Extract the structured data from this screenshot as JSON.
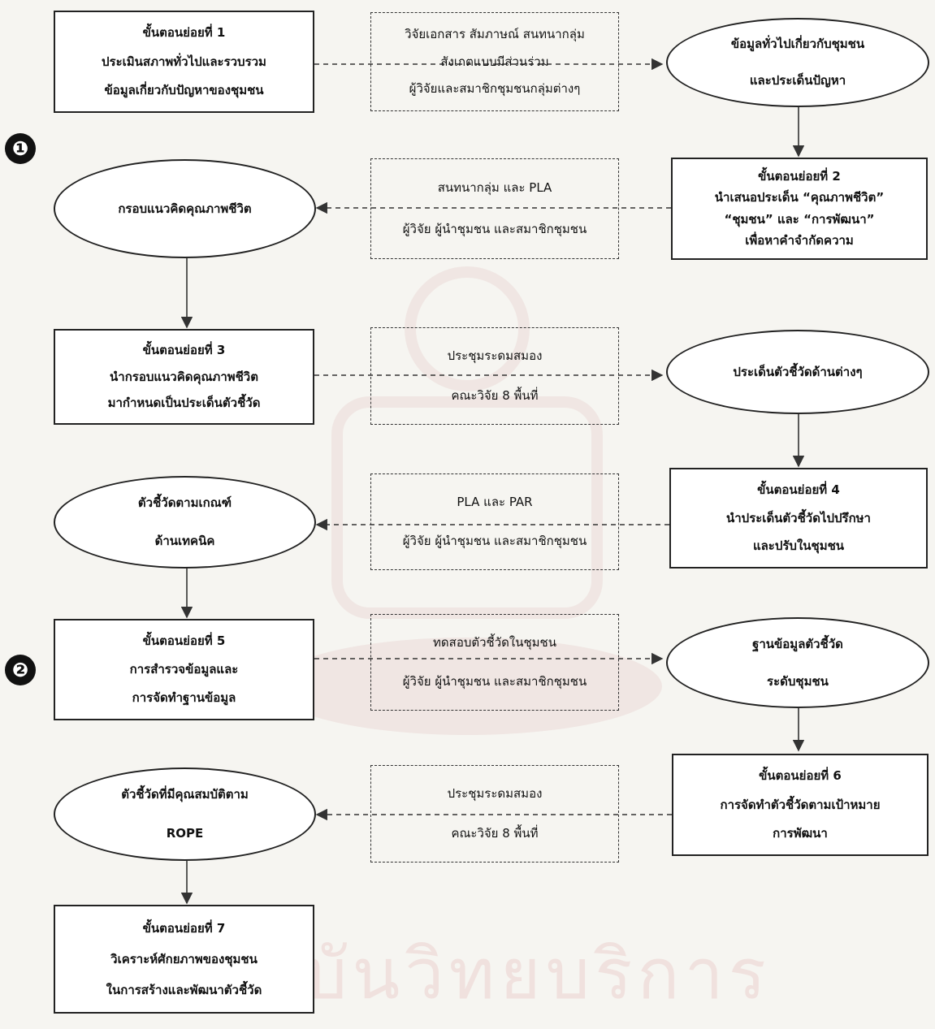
{
  "steps": {
    "s1": [
      "ขั้นตอนย่อยที่ 1",
      "ประเมินสภาพทั่วไปและรวบรวม",
      "ข้อมูลเกี่ยวกับปัญหาของชุมชน"
    ],
    "s2": [
      "ขั้นตอนย่อยที่ 2",
      "นำเสนอประเด็น “คุณภาพชีวิต”",
      "“ชุมชน” และ “การพัฒนา”",
      "เพื่อหาคำจำกัดความ"
    ],
    "s3": [
      "ขั้นตอนย่อยที่ 3",
      "นำกรอบแนวคิดคุณภาพชีวิต",
      "มากำหนดเป็นประเด็นตัวชี้วัด"
    ],
    "s4": [
      "ขั้นตอนย่อยที่ 4",
      "นำประเด็นตัวชี้วัดไปปรึกษา",
      "และปรับในชุมชน"
    ],
    "s5": [
      "ขั้นตอนย่อยที่ 5",
      "การสำรวจข้อมูลและ",
      "การจัดทำฐานข้อมูล"
    ],
    "s6": [
      "ขั้นตอนย่อยที่ 6",
      "การจัดทำตัวชี้วัดตามเป้าหมาย",
      "การพัฒนา"
    ],
    "s7": [
      "ขั้นตอนย่อยที่ 7",
      "วิเคราะห์ศักยภาพของชุมชน",
      "ในการสร้างและพัฒนาตัวชี้วัด"
    ]
  },
  "methods": {
    "m1": [
      "วิจัยเอกสาร สัมภาษณ์ สนทนากลุ่ม",
      "สังเกตแบบมีส่วนร่วม",
      "ผู้วิจัยและสมาชิกชุมชนกลุ่มต่างๆ"
    ],
    "m2": [
      "สนทนากลุ่ม และ PLA",
      "ผู้วิจัย ผู้นำชุมชน และสมาชิกชุมชน"
    ],
    "m3": [
      "ประชุมระดมสมอง",
      "คณะวิจัย 8 พื้นที่"
    ],
    "m4": [
      "PLA และ PAR",
      "ผู้วิจัย ผู้นำชุมชน และสมาชิกชุมชน"
    ],
    "m5": [
      "ทดสอบตัวชี้วัดในชุมชน",
      "ผู้วิจัย ผู้นำชุมชน และสมาชิกชุมชน"
    ],
    "m6": [
      "ประชุมระดมสมอง",
      "คณะวิจัย 8 พื้นที่"
    ]
  },
  "outputs": {
    "o1": [
      "ข้อมูลทั่วไปเกี่ยวกับชุมชน",
      "และประเด็นปัญหา"
    ],
    "o2": [
      "กรอบแนวคิดคุณภาพชีวิต"
    ],
    "o3": [
      "ประเด็นตัวชี้วัดด้านต่างๆ"
    ],
    "o4": [
      "ตัวชี้วัดตามเกณฑ์",
      "ด้านเทคนิค"
    ],
    "o5": [
      "ฐานข้อมูลตัวชี้วัด",
      "ระดับชุมชน"
    ],
    "o6": [
      "ตัวชี้วัดที่มีคุณสมบัติตาม",
      "ROPE"
    ]
  },
  "markers": [
    "❶",
    "❷"
  ],
  "watermark": "สถาบันวิทยบริการ",
  "colors": {
    "ink": "#222222",
    "paper": "#f6f5f1",
    "watermark": "#d88c8c"
  }
}
